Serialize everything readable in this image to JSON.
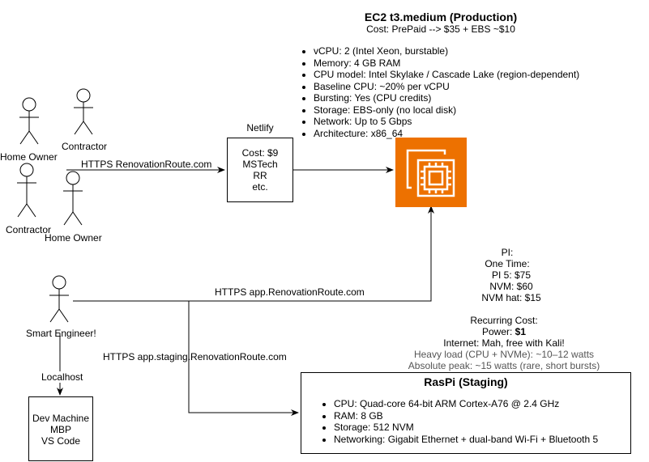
{
  "ec2": {
    "title": "EC2 t3.medium (Production)",
    "cost": "Cost: PrePaid --> $35 + EBS ~$10",
    "specs": [
      "vCPU: 2 (Intel Xeon, burstable)",
      "Memory: 4 GB RAM",
      "CPU model: Intel Skylake / Cascade Lake (region-dependent)",
      "Baseline CPU: ~20% per vCPU",
      "Bursting: Yes (CPU credits)",
      "Storage: EBS-only (no local disk)",
      "Network: Up to 5 Gbps",
      "Architecture: x86_64"
    ],
    "icon": "ec2-chip-icon",
    "icon_color": "#ED7100"
  },
  "actors": {
    "home_owner_1": "Home Owner",
    "contractor_1": "Contractor",
    "contractor_2": "Contractor",
    "home_owner_2": "Home Owner",
    "engineer": "Smart Engineer!"
  },
  "netlify": {
    "label": "Netlify",
    "lines": [
      "Cost: $9",
      "MSTech",
      "RR",
      "etc."
    ]
  },
  "edges": {
    "https_main": "HTTPS RenovationRoute.com",
    "https_app": "HTTPS app.RenovationRoute.com",
    "https_staging": "HTTPS app.staging.RenovationRoute.com",
    "localhost": "Localhost"
  },
  "dev_machine": {
    "lines": [
      "Dev Machine",
      "MBP",
      "VS Code"
    ]
  },
  "pi_costs": {
    "one_time": [
      "PI:",
      "One Time:",
      "PI 5: $75",
      "NVM: $60",
      "NVM hat: $15"
    ],
    "recurring_label": "Recurring Cost:",
    "power_label": "Power: ",
    "power_value": "$1",
    "internet": "Internet: Mah, free with Kali!",
    "heavy_load": "Heavy load (CPU + NVMe): ~10–12 watts",
    "absolute_peak": "Absolute peak: ~15 watts (rare, short bursts)"
  },
  "raspi": {
    "title": "RasPi (Staging)",
    "specs": [
      "CPU: Quad-core 64-bit ARM Cortex-A76 @ 2.4 GHz",
      "RAM: 8 GB",
      "Storage: 512 NVM",
      "Networking: Gigabit Ethernet + dual-band Wi-Fi + Bluetooth 5"
    ]
  }
}
